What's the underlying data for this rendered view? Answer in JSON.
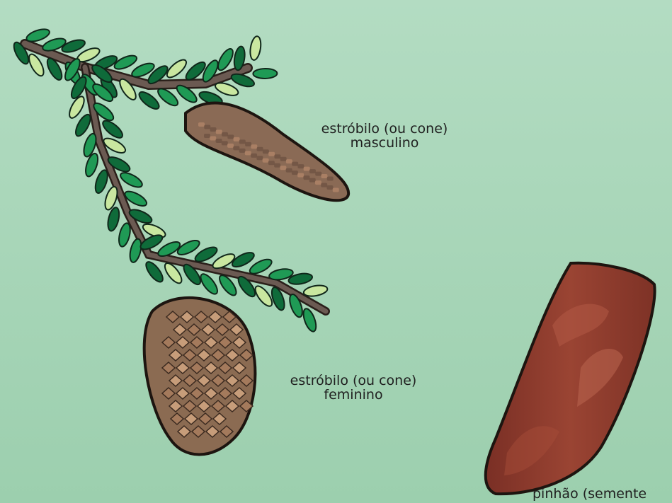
{
  "labels": {
    "male_cone": {
      "line1": "estróbilo (ou cone)",
      "line2": "masculino"
    },
    "female_cone": {
      "line1": "estróbilo (ou cone)",
      "line2": "feminino"
    },
    "seed": {
      "text": "pinhão (semente"
    }
  },
  "colors": {
    "background": "#a8d8b8",
    "leaf_dark": "#0f6b3a",
    "leaf_mid": "#1f9a55",
    "leaf_light": "#c9e7a0",
    "branch": "#6b5a52",
    "male_cone": "#8a6a55",
    "female_cone": "#8b6b52",
    "seed": "#8c3a2e"
  },
  "icons": [
    "pine-branch-icon",
    "male-cone-icon",
    "female-cone-icon",
    "seed-icon"
  ]
}
